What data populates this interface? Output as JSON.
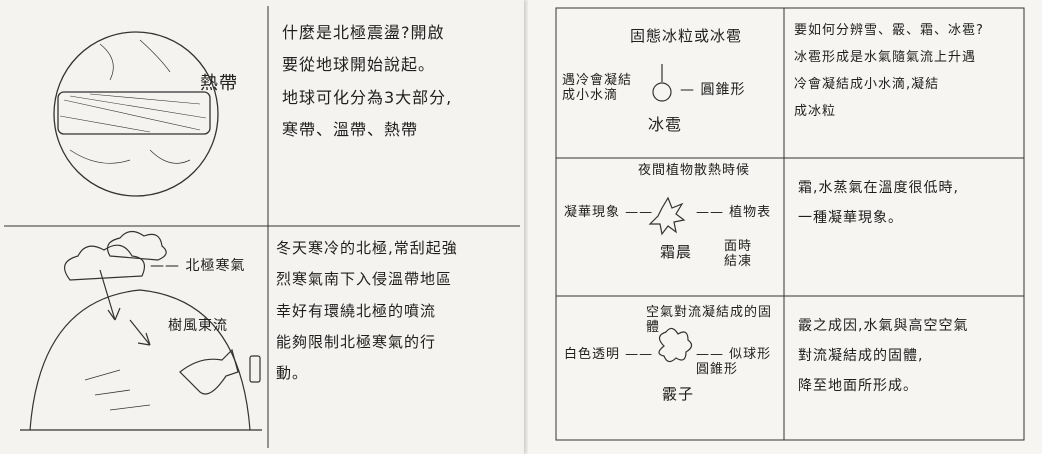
{
  "left_page": {
    "top_right": {
      "lines": [
        "什麼是北極震盪?開啟",
        "要從地球開始說起。",
        "地球可化分為3大部分,",
        "寒帶、溫帶、熱帶"
      ]
    },
    "top_left_label": "熱帶",
    "bottom_left_labels": {
      "polar_vortex": "—— 北極寒氣",
      "jet": "樹風東流"
    },
    "bottom_right": {
      "lines": [
        "冬天寒冷的北極,常刮起強",
        "烈寒氣南下入侵溫帶地區",
        "幸好有環繞北極的噴流",
        "能夠限制北極寒氣的行",
        "動。"
      ]
    }
  },
  "right_page": {
    "row1_left": {
      "title": "固態冰粒或冰雹",
      "left_label": "遇冷會凝結成小水滴",
      "right_label": "— 圓錐形",
      "bottom_label": "冰雹"
    },
    "row1_right": {
      "lines": [
        "要如何分辨雪、霰、霜、冰雹?",
        "冰雹形成是水氣隨氣流上升遇",
        "冷會凝結成小水滴,凝結",
        "成冰粒"
      ]
    },
    "row2_left": {
      "title": "夜間植物散熱時候",
      "left_label": "凝華現象 ——",
      "right_label": "—— 植物表",
      "bottom_left": "霜晨",
      "bottom_right": "面時結凍"
    },
    "row2_right": {
      "lines": [
        "霜,水蒸氣在溫度很低時,",
        "一種凝華現象。"
      ]
    },
    "row3_left": {
      "title": "空氣對流凝結成的固體",
      "left_label": "白色透明 ——",
      "right_label": "—— 似球形圓錐形",
      "bottom_label": "霰子"
    },
    "row3_right": {
      "lines": [
        "霰之成因,水氣與高空空氣",
        "對流凝結成的固體,",
        "降至地面所形成。"
      ]
    }
  }
}
